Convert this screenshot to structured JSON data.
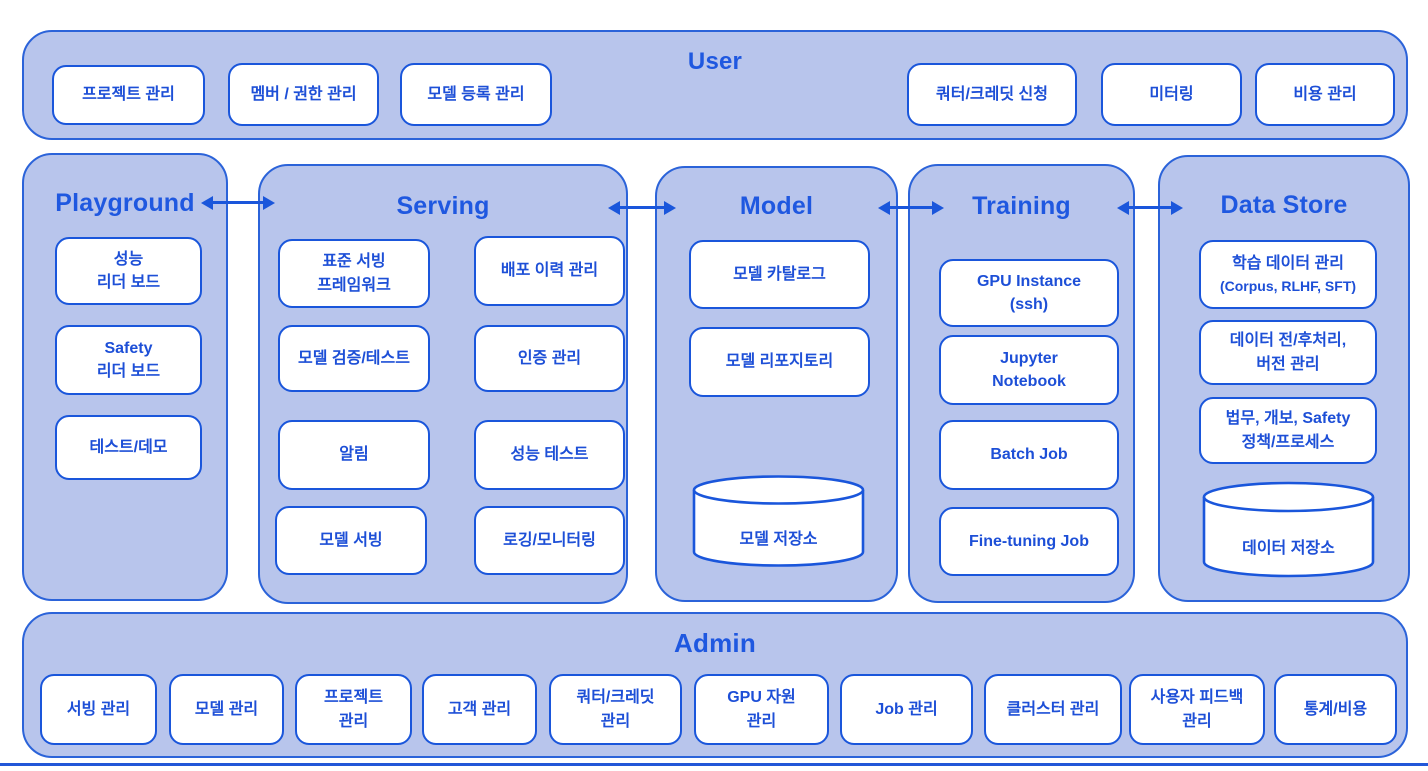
{
  "colors": {
    "panel_fill": "#b8c5ec",
    "panel_border": "#2b63d9",
    "node_fill": "#ffffff",
    "node_border": "#1a56db",
    "node_text": "#1d4fd7",
    "title_text": "#1f58e0",
    "arrow": "#1a56db",
    "bottom_rule": "#2257d8"
  },
  "user": {
    "title": "User",
    "items_left": [
      "프로젝트 관리",
      "멤버 / 권한 관리",
      "모델 등록 관리"
    ],
    "items_right": [
      "쿼터/크레딧 신청",
      "미터링",
      "비용 관리"
    ]
  },
  "playground": {
    "title": "Playground",
    "items": [
      "성능\n리더 보드",
      "Safety\n리더 보드",
      "테스트/데모"
    ]
  },
  "serving": {
    "title": "Serving",
    "col_left": [
      "표준 서빙\n프레임워크",
      "모델 검증/테스트",
      "알림",
      "모델 서빙"
    ],
    "col_right": [
      "배포 이력 관리",
      "인증 관리",
      "성능 테스트",
      "로깅/모니터링"
    ]
  },
  "model": {
    "title": "Model",
    "items": [
      "모델 카탈로그",
      "모델 리포지토리"
    ],
    "store": "모델 저장소"
  },
  "training": {
    "title": "Training",
    "items": [
      "GPU Instance\n(ssh)",
      "Jupyter\nNotebook",
      "Batch Job",
      "Fine-tuning Job"
    ]
  },
  "data_store": {
    "title": "Data Store",
    "item1_line1": "학습 데이터 관리",
    "item1_line2": "(Corpus, RLHF, SFT)",
    "items": [
      "데이터 전/후처리,\n버전 관리",
      "법무, 개보, Safety\n정책/프로세스"
    ],
    "store": "데이터 저장소"
  },
  "admin": {
    "title": "Admin",
    "items": [
      "서빙 관리",
      "모델 관리",
      "프로젝트\n관리",
      "고객 관리",
      "쿼터/크레딧\n관리",
      "GPU 자원\n관리",
      "Job 관리",
      "클러스터 관리",
      "사용자 피드백\n관리",
      "통계/비용"
    ]
  }
}
